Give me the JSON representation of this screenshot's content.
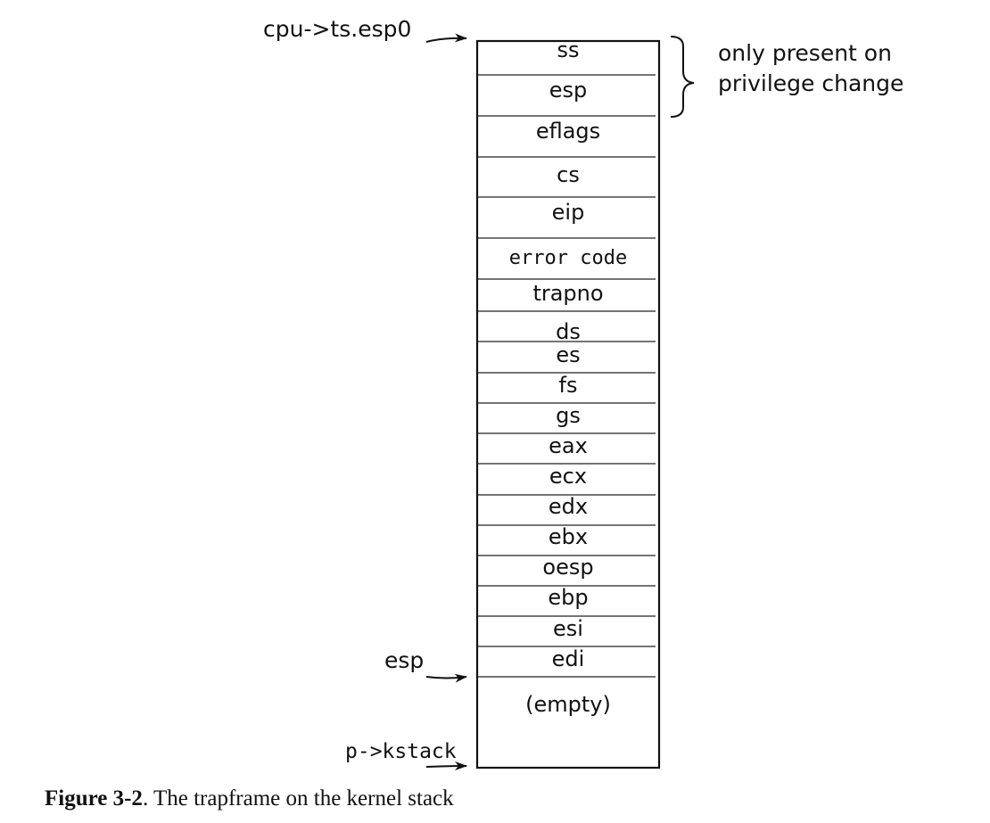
{
  "stack": {
    "slots": [
      {
        "label": "ss",
        "style": "sans"
      },
      {
        "label": "esp",
        "style": "sans"
      },
      {
        "label": "eflags",
        "style": "sans"
      },
      {
        "label": "cs",
        "style": "sans"
      },
      {
        "label": "eip",
        "style": "sans"
      },
      {
        "label": "error code",
        "style": "mono"
      },
      {
        "label": "trapno",
        "style": "sans"
      },
      {
        "label": "ds",
        "style": "sans"
      },
      {
        "label": "es",
        "style": "sans"
      },
      {
        "label": "fs",
        "style": "sans"
      },
      {
        "label": "gs",
        "style": "sans"
      },
      {
        "label": "eax",
        "style": "sans"
      },
      {
        "label": "ecx",
        "style": "sans"
      },
      {
        "label": "edx",
        "style": "sans"
      },
      {
        "label": "ebx",
        "style": "sans"
      },
      {
        "label": "oesp",
        "style": "sans"
      },
      {
        "label": "ebp",
        "style": "sans"
      },
      {
        "label": "esi",
        "style": "sans"
      },
      {
        "label": "edi",
        "style": "sans"
      },
      {
        "label": "(empty)",
        "style": "sans"
      }
    ]
  },
  "pointers": {
    "top": "cpu->ts.esp0",
    "esp": "esp",
    "bottom": "p->kstack"
  },
  "brace_note": {
    "line1": "only present on",
    "line2": "privilege change"
  },
  "caption": {
    "figure": "Figure 3-2",
    "text": ". The trapframe on the kernel stack"
  }
}
